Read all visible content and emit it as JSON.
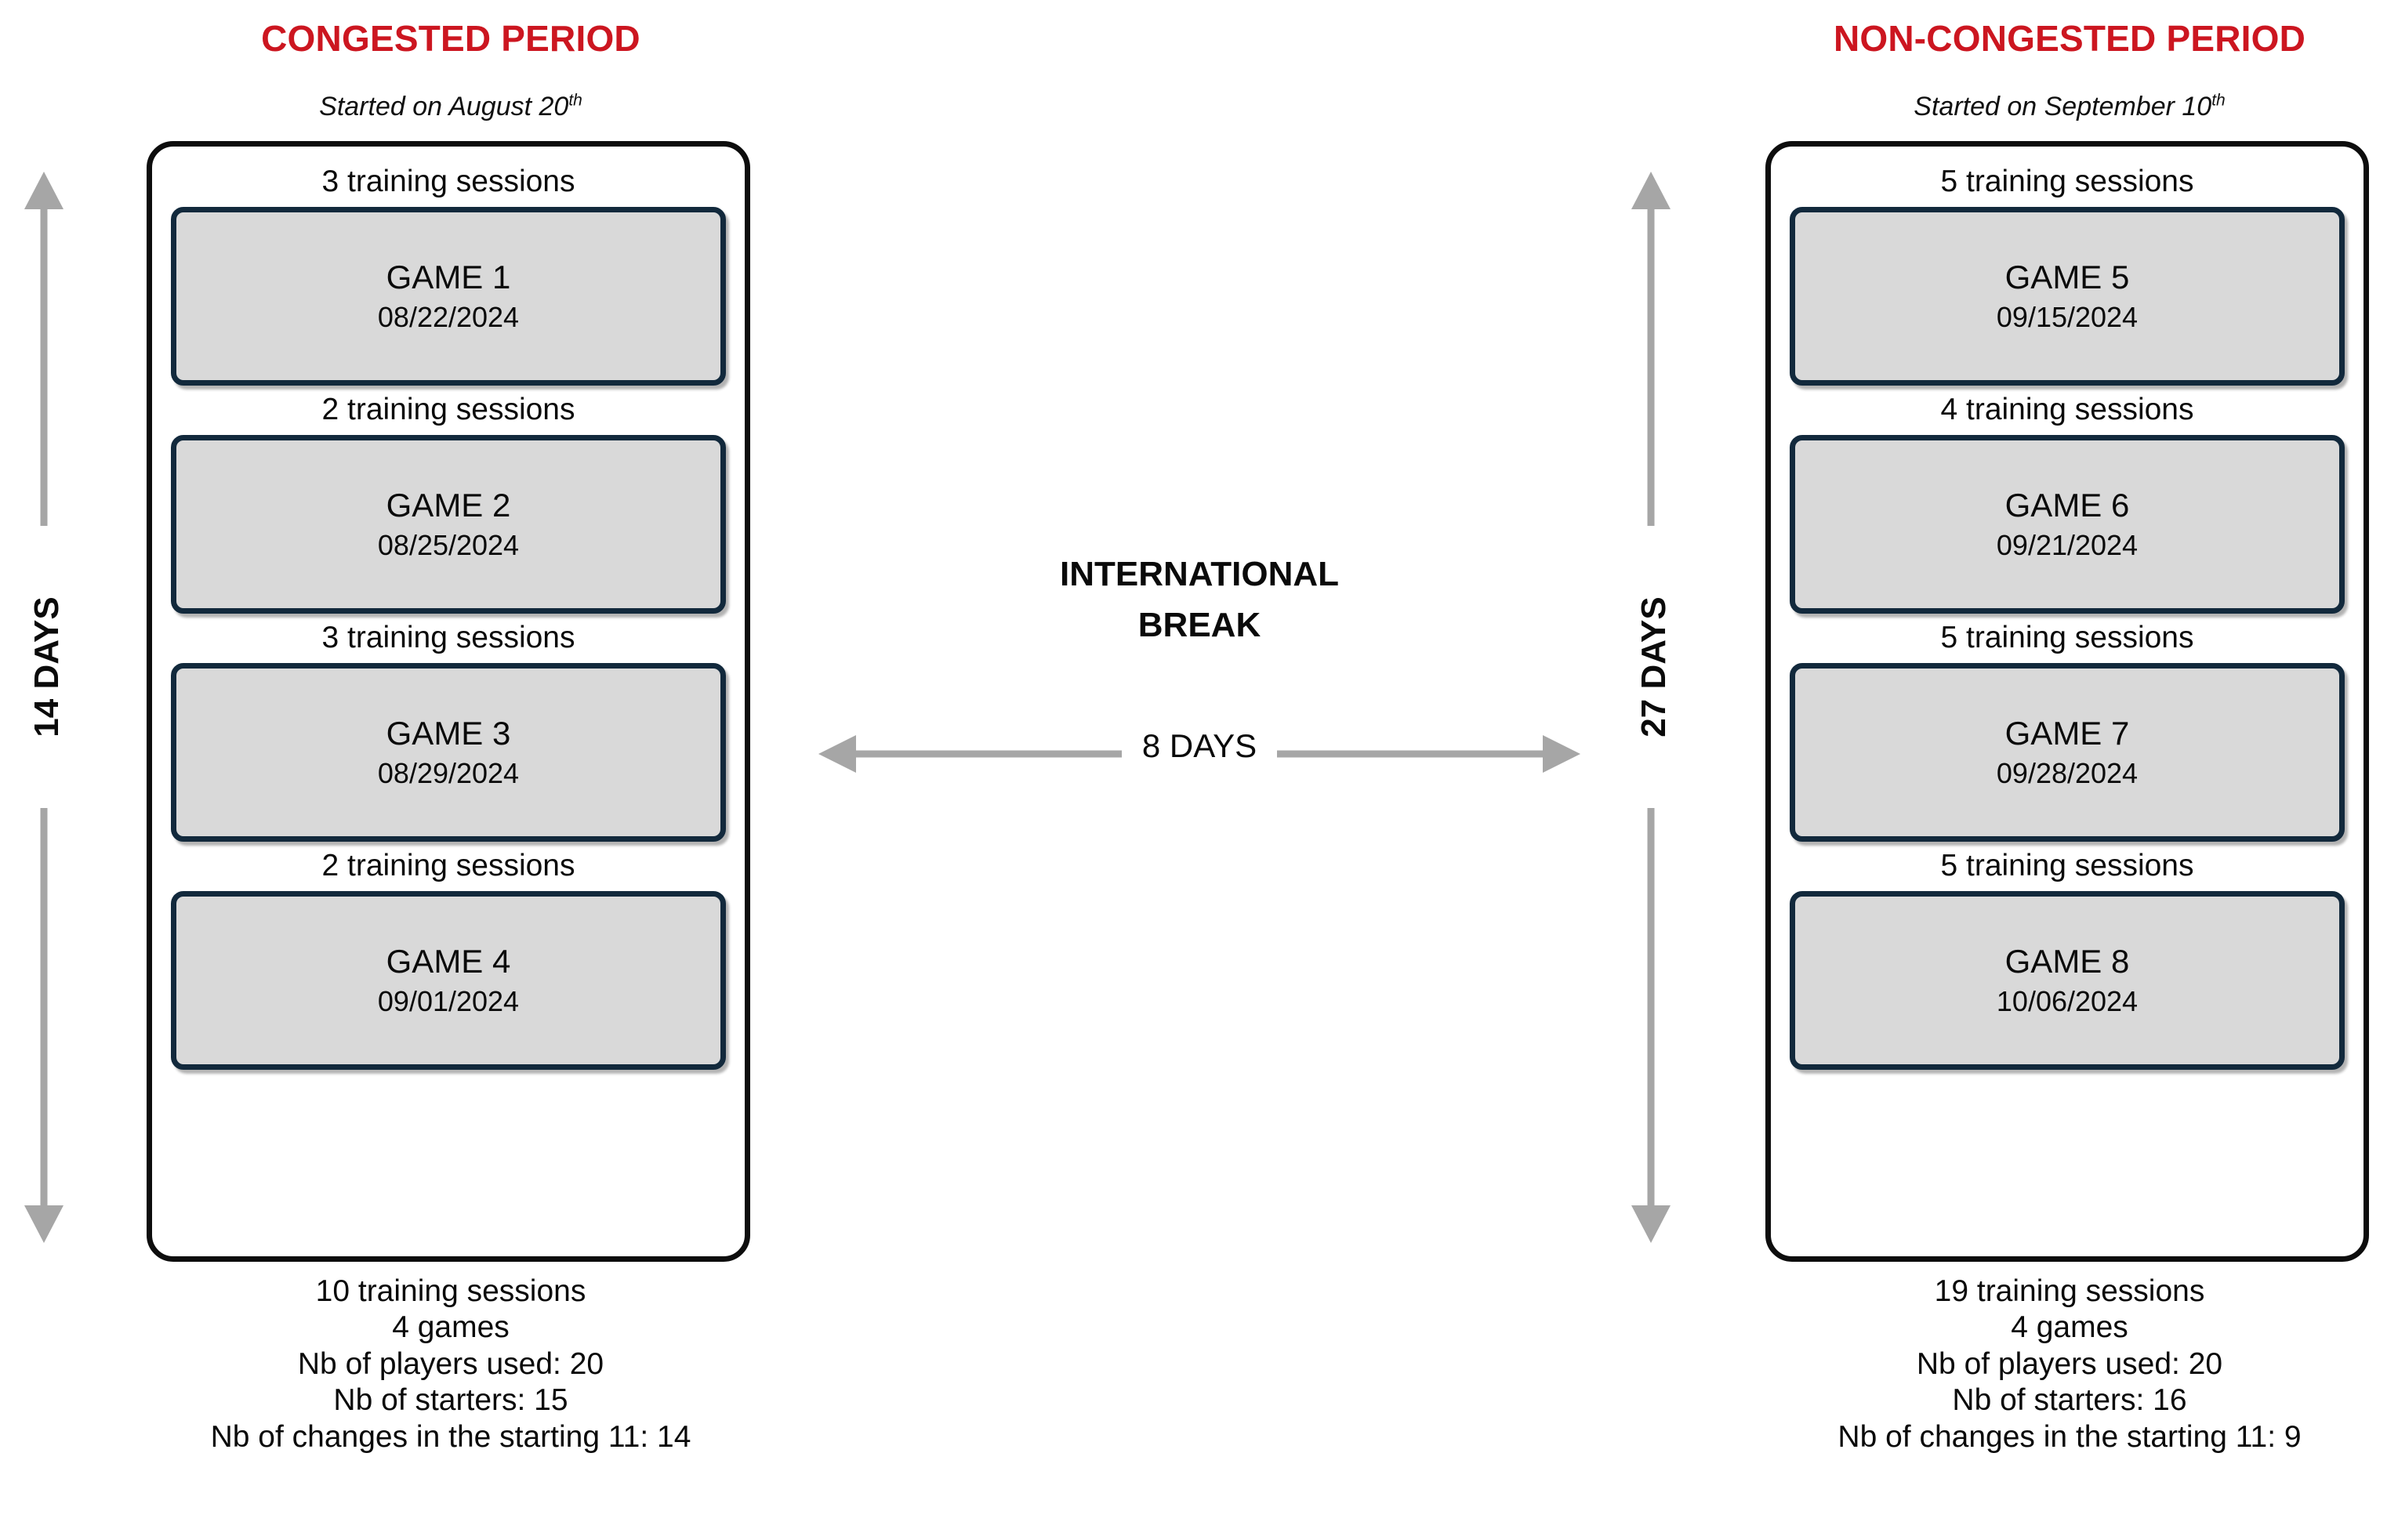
{
  "colors": {
    "period_title": "#CC1620",
    "game_border": "#12293C",
    "game_fill": "#D9D9D9",
    "outer_border": "#0D0D0D",
    "arrow_gray": "#A6A6A6",
    "text": "#0A0A0A"
  },
  "periods": [
    {
      "title": "CONGESTED PERIOD",
      "subtitle_prefix": "Started on August 20",
      "subtitle_suffix": "th",
      "duration_label": "14 DAYS",
      "blocks": [
        {
          "training": "3 training sessions",
          "game_name": "GAME 1",
          "game_date": "08/22/2024"
        },
        {
          "training": "2 training sessions",
          "game_name": "GAME 2",
          "game_date": "08/25/2024"
        },
        {
          "training": "3 training sessions",
          "game_name": "GAME 3",
          "game_date": "08/29/2024"
        },
        {
          "training": "2 training sessions",
          "game_name": "GAME 4",
          "game_date": "09/01/2024"
        }
      ],
      "summary": [
        "10 training sessions",
        "4 games",
        "Nb of players used: 20",
        "Nb of starters: 15",
        "Nb of changes in the starting 11: 14"
      ]
    },
    {
      "title": "NON-CONGESTED PERIOD",
      "subtitle_prefix": "Started on September 10",
      "subtitle_suffix": "th",
      "duration_label": "27 DAYS",
      "blocks": [
        {
          "training": "5 training sessions",
          "game_name": "GAME 5",
          "game_date": "09/15/2024"
        },
        {
          "training": "4 training sessions",
          "game_name": "GAME 6",
          "game_date": "09/21/2024"
        },
        {
          "training": "5 training sessions",
          "game_name": "GAME 7",
          "game_date": "09/28/2024"
        },
        {
          "training": "5 training sessions",
          "game_name": "GAME 8",
          "game_date": "10/06/2024"
        }
      ],
      "summary": [
        "19 training sessions",
        "4 games",
        "Nb of players used: 20",
        "Nb of starters: 16",
        "Nb of changes in the starting 11: 9"
      ]
    }
  ],
  "center": {
    "break_line1": "INTERNATIONAL",
    "break_line2": "BREAK",
    "break_days": "8 DAYS"
  }
}
